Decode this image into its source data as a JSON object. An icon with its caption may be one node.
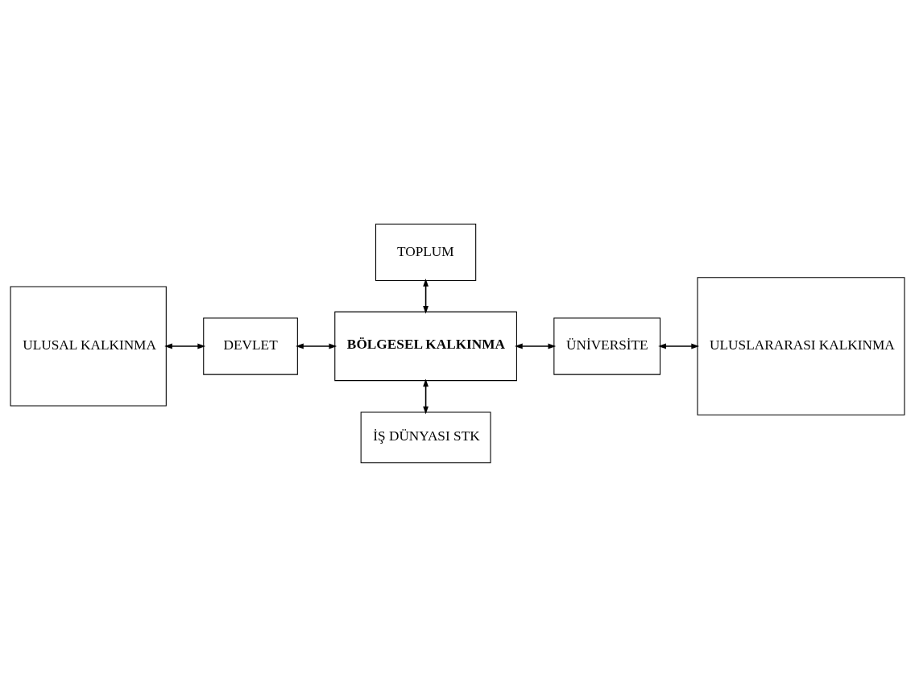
{
  "diagram": {
    "nodes": [
      {
        "text": [
          "TOPLUM"
        ]
      },
      {
        "text": [
          "ULUSAL KALKINMA"
        ]
      },
      {
        "text": [
          "DEVLET"
        ]
      },
      {
        "text": [
          "BÖLGESEL KALKINMA"
        ]
      },
      {
        "text": [
          "ÜNİVERSİTE"
        ]
      },
      {
        "text": [
          "ULUSLARARASI KALKINMA"
        ]
      },
      {
        "text": [
          "İŞ DÜNYASI STK"
        ]
      }
    ],
    "edges": [
      {
        "from": 0,
        "to": 3,
        "arrow": "both"
      },
      {
        "from": 1,
        "to": 2,
        "arrow": "both"
      },
      {
        "from": 2,
        "to": 3,
        "arrow": "both"
      },
      {
        "from": 3,
        "to": 4,
        "arrow": "both"
      },
      {
        "from": 4,
        "to": 5,
        "arrow": "both"
      },
      {
        "from": 3,
        "to": 6,
        "arrow": "both"
      }
    ]
  }
}
